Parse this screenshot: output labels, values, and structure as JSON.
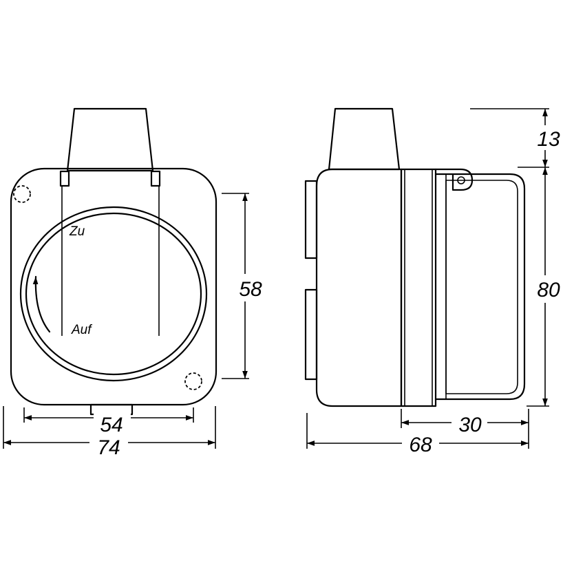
{
  "labels": {
    "closed": "Zu",
    "open": "Auf"
  },
  "dimensions": {
    "front_height": "58",
    "front_inner_width": "54",
    "front_total_width": "74",
    "side_top_height": "13",
    "side_body_height": "80",
    "side_rear_depth": "30",
    "side_total_depth": "68"
  },
  "icons": {
    "rotation_arrow": "arrow-up-icon",
    "screw": "screw-icon"
  }
}
